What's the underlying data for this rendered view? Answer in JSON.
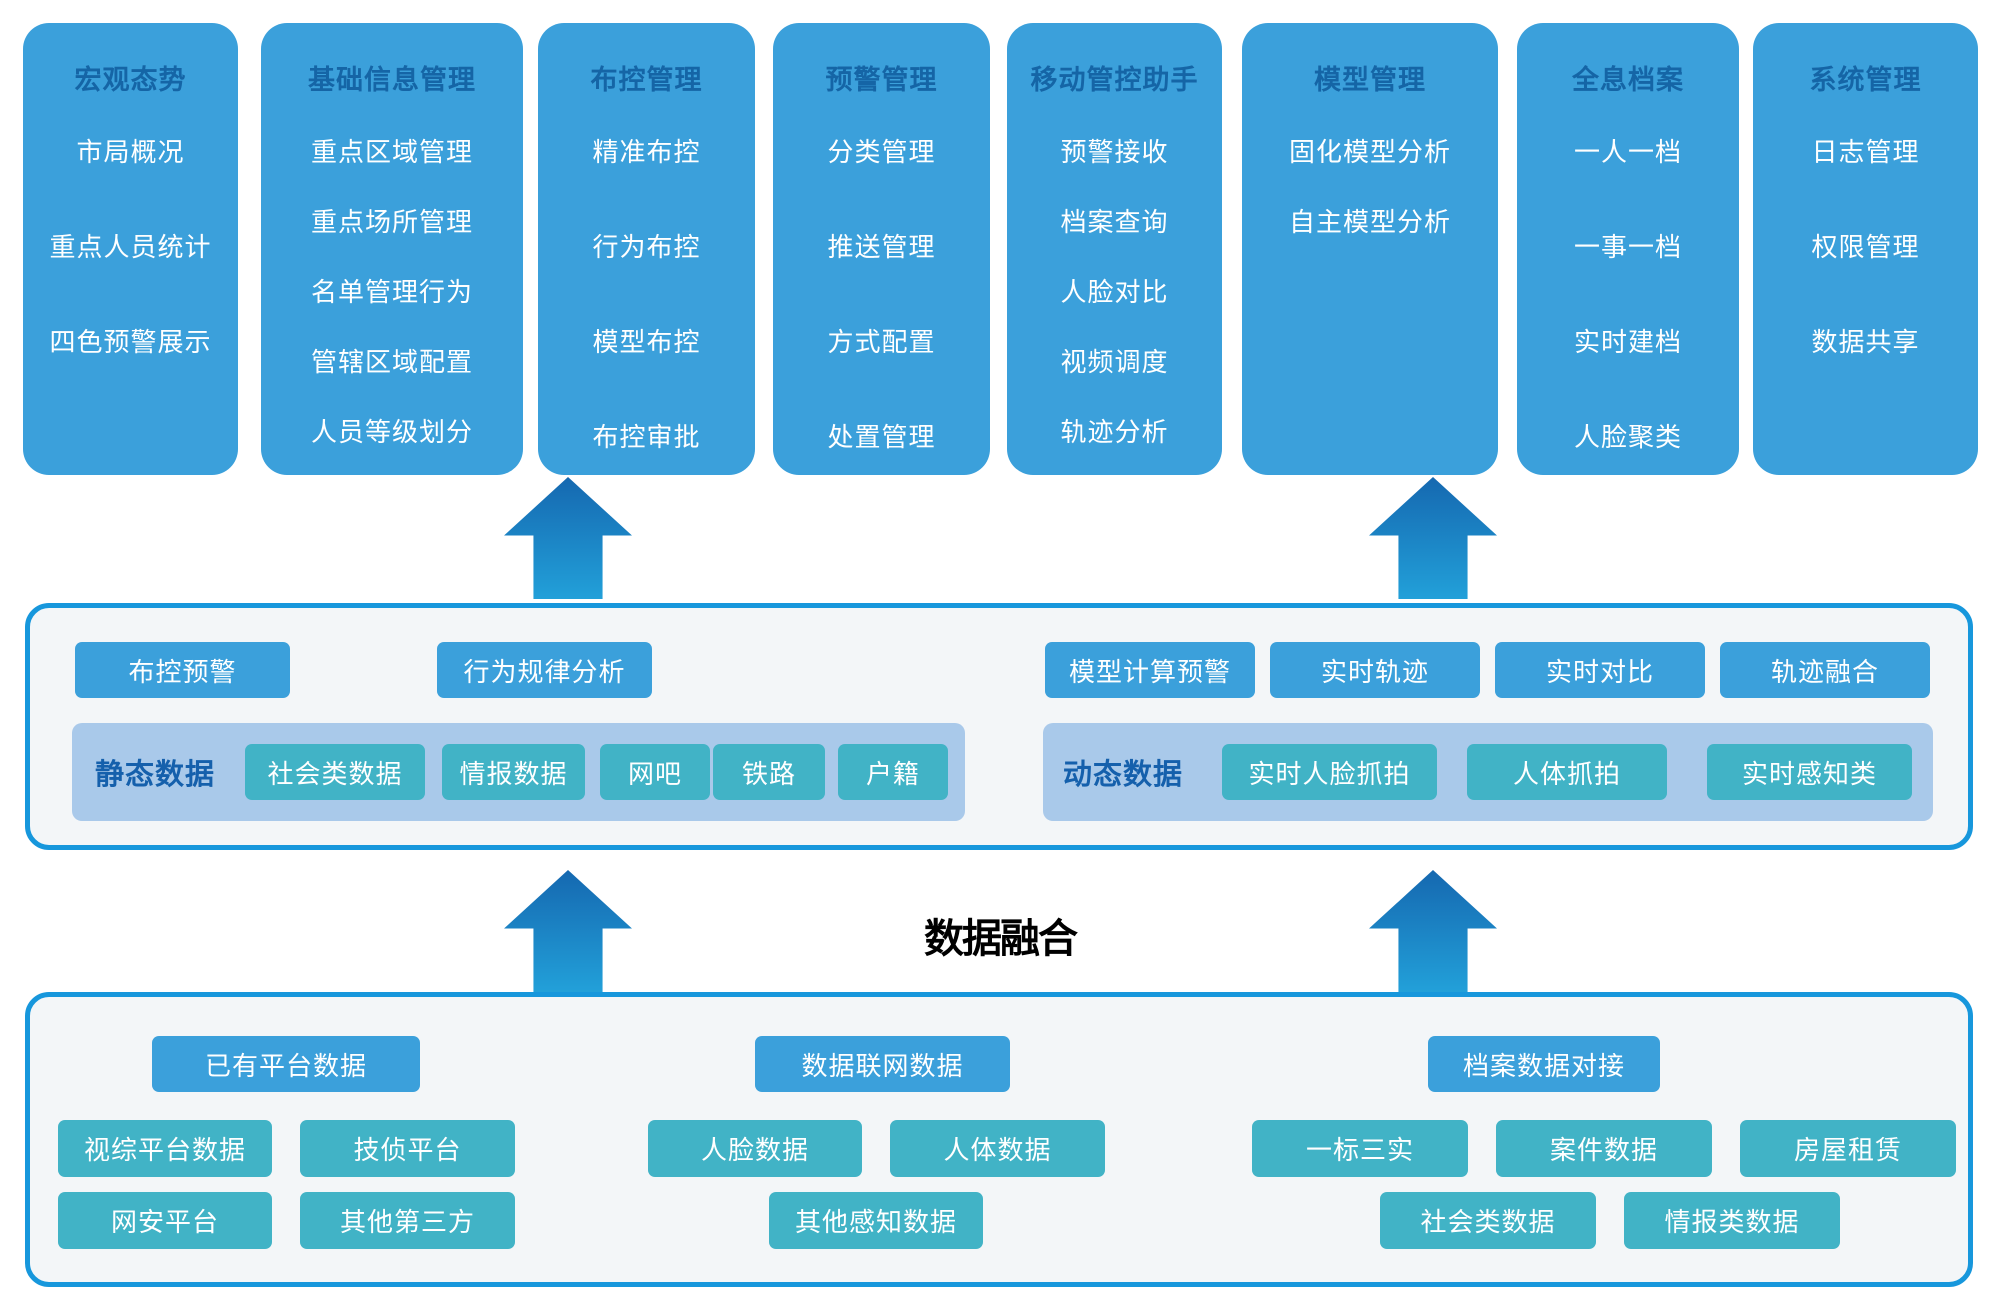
{
  "modules": [
    {
      "title": "宏观态势",
      "items": [
        "市局概况",
        "重点人员统计",
        "四色预警展示"
      ]
    },
    {
      "title": "基础信息管理",
      "items": [
        "重点区域管理",
        "重点场所管理",
        "名单管理行为",
        "管辖区域配置",
        "人员等级划分"
      ]
    },
    {
      "title": "布控管理",
      "items": [
        "精准布控",
        "行为布控",
        "模型布控",
        "布控审批"
      ]
    },
    {
      "title": "预警管理",
      "items": [
        "分类管理",
        "推送管理",
        "方式配置",
        "处置管理"
      ]
    },
    {
      "title": "移动管控助手",
      "items": [
        "预警接收",
        "档案查询",
        "人脸对比",
        "视频调度",
        "轨迹分析"
      ]
    },
    {
      "title": "模型管理",
      "items": [
        "固化模型分析",
        "自主模型分析"
      ]
    },
    {
      "title": "全息档案",
      "items": [
        "一人一档",
        "一事一档",
        "实时建档",
        "人脸聚类"
      ]
    },
    {
      "title": "系统管理",
      "items": [
        "日志管理",
        "权限管理",
        "数据共享"
      ]
    }
  ],
  "analysis_layer": {
    "buttons": [
      "布控预警",
      "行为规律分析",
      "模型计算预警",
      "实时轨迹",
      "实时对比",
      "轨迹融合"
    ],
    "static_group": {
      "label": "静态数据",
      "items": [
        "社会类数据",
        "情报数据",
        "网吧",
        "铁路",
        "户籍"
      ]
    },
    "dynamic_group": {
      "label": "动态数据",
      "items": [
        "实时人脸抓拍",
        "人体抓拍",
        "实时感知类"
      ]
    }
  },
  "fusion_label": "数据融合",
  "source_layer": {
    "platform_group": {
      "header": "已有平台数据",
      "items": [
        "视综平台数据",
        "技侦平台",
        "网安平台",
        "其他第三方"
      ]
    },
    "network_group": {
      "header": "数据联网数据",
      "items": [
        "人脸数据",
        "人体数据",
        "其他感知数据"
      ]
    },
    "archive_group": {
      "header": "档案数据对接",
      "items": [
        "一标三实",
        "案件数据",
        "房屋租赁",
        "社会类数据",
        "情报类数据"
      ]
    }
  },
  "colors": {
    "block_blue": "#3BA0DB",
    "teal": "#41B3C6",
    "strip_blue": "#A9C9EA",
    "title_text": "#1565A6",
    "box_border": "#1797DC",
    "box_bg": "#F3F6F8",
    "arrow_top": "#1568B0",
    "arrow_bottom": "#22A0D9",
    "fusion_text": "#000000"
  }
}
